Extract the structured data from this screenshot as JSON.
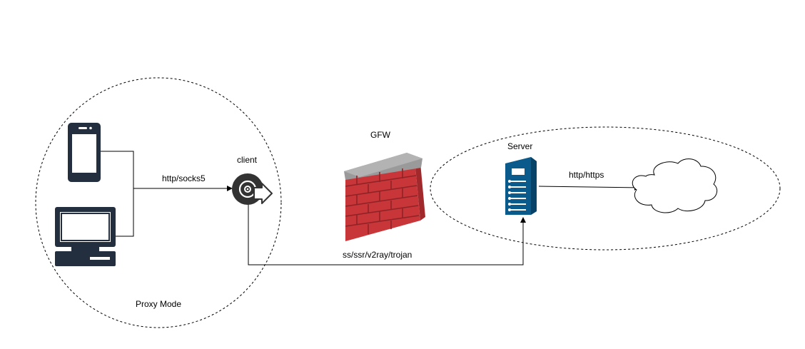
{
  "labels": {
    "proxy_mode": "Proxy Mode",
    "client": "client",
    "http_socks5": "http/socks5",
    "gfw": "GFW",
    "server": "Server",
    "http_https": "http/https",
    "protocols": "ss/ssr/v2ray/trojan"
  },
  "icons": {
    "phone": "smartphone-icon",
    "computer": "desktop-computer-icon",
    "client": "client-export-icon",
    "firewall": "brick-firewall-icon",
    "server": "server-rack-icon",
    "cloud": "cloud-icon"
  },
  "colors": {
    "line": "#000000",
    "device": "#232f3e",
    "server": "#0b5a8c",
    "brick": "#c9363a",
    "brick_mortar": "#9d2a2d",
    "wall_cap": "#8a8a8a"
  }
}
